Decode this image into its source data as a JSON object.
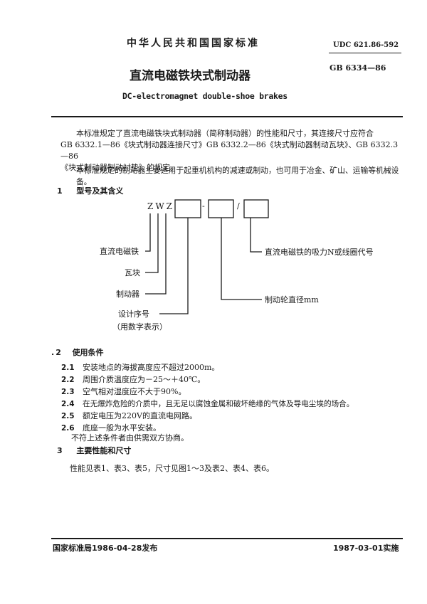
{
  "header": {
    "standard_name": "中华人民共和国国家标准",
    "udc": "UDC 621.86-592",
    "gb_number": "GB 6334—86"
  },
  "title": {
    "cn": "直流电磁铁块式制动器",
    "en": "DC-electromagnet double-shoe brakes"
  },
  "intro": {
    "p1_line1": "本标准规定了直流电磁铁块式制动器（简称制动器）的性能和尺寸，其连接尺寸应符合",
    "p1_line2": "GB 6332.1—86《块式制动器连接尺寸》GB 6332.2—86《块式制动器制动瓦块》、GB 6332.3—86",
    "p1_line3": "《块式制动器制动衬垫》的规定。",
    "p2": "本标准规定的制动器主要适用于起重机机构的减速或制动，也可用于冶金、矿山、运输等机械设备。"
  },
  "section1": {
    "number": "1",
    "title": "型号及其含义",
    "code_prefix": "ZWZ",
    "dash": "-",
    "slash": "/",
    "labels": {
      "electromagnet": "直流电磁铁",
      "shoe": "瓦块",
      "brake": "制动器",
      "design_seq": "设计序号",
      "design_seq_note": "（用数字表示）",
      "suction": "直流电磁铁的吸力N或线圈代号",
      "wheel_dia": "制动轮直径mm"
    }
  },
  "section2": {
    "number": "2",
    "title": "使用条件",
    "items": [
      {
        "num": "2.1",
        "text": "安装地点的海拔高度应不超过2000m。"
      },
      {
        "num": "2.2",
        "text": "周围介质温度应为－25～＋40℃。"
      },
      {
        "num": "2.3",
        "text": "空气相对湿度应不大于90%。"
      },
      {
        "num": "2.4",
        "text": "在无爆炸危险的介质中，且无足以腐蚀金属和破坏绝缘的气体及导电尘埃的场合。"
      },
      {
        "num": "2.5",
        "text": "额定电压为220V的直流电网路。"
      },
      {
        "num": "2.6",
        "text": "底座一般为水平安装。"
      }
    ],
    "note": "不符上述条件者由供需双方协商。"
  },
  "section3": {
    "number": "3",
    "title": "主要性能和尺寸",
    "text": "性能见表1、表3、表5，尺寸见图1～3及表2、表4、表6。"
  },
  "footer": {
    "issued": "国家标准局1986-04-28发布",
    "effective": "1987-03-01实施"
  }
}
